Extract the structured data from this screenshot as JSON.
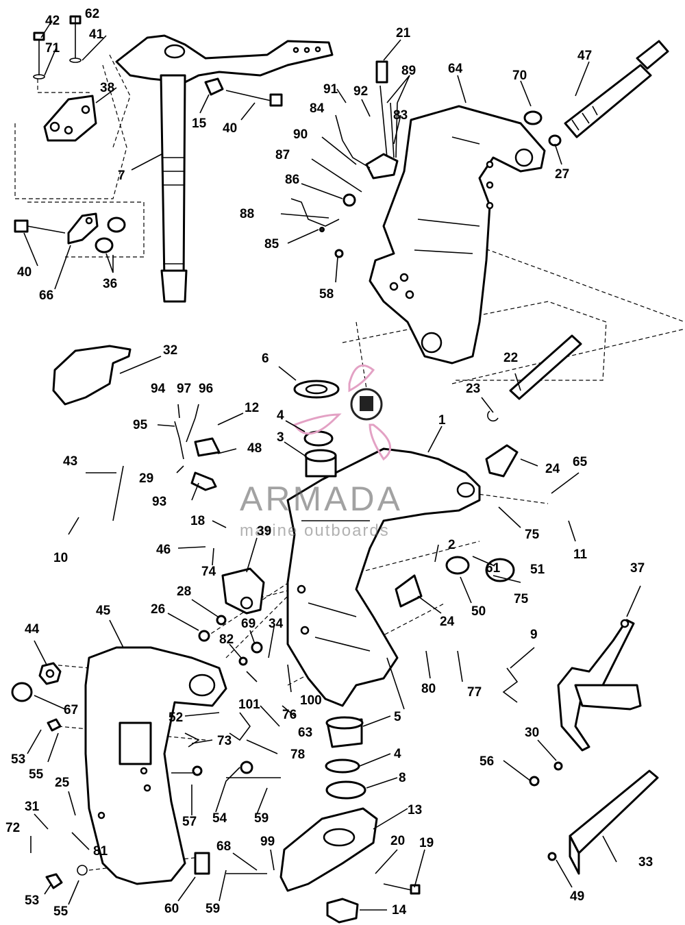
{
  "watermark": {
    "brand": "ARMADA",
    "tagline": "marine outboards",
    "logo_color": "#e3a1c4"
  },
  "callouts": [
    "1",
    "2",
    "3",
    "4",
    "5",
    "6",
    "7",
    "8",
    "9",
    "10",
    "11",
    "12",
    "13",
    "14",
    "15",
    "18",
    "19",
    "20",
    "21",
    "22",
    "23",
    "24",
    "25",
    "26",
    "27",
    "28",
    "29",
    "30",
    "31",
    "32",
    "33",
    "34",
    "36",
    "37",
    "38",
    "39",
    "40",
    "41",
    "42",
    "43",
    "44",
    "45",
    "46",
    "47",
    "48",
    "49",
    "50",
    "51",
    "52",
    "53",
    "54",
    "55",
    "56",
    "57",
    "58",
    "59",
    "60",
    "61",
    "62",
    "63",
    "64",
    "65",
    "66",
    "67",
    "68",
    "69",
    "70",
    "71",
    "72",
    "73",
    "74",
    "75",
    "76",
    "77",
    "78",
    "80",
    "81",
    "82",
    "83",
    "84",
    "85",
    "86",
    "87",
    "88",
    "89",
    "90",
    "91",
    "92",
    "93",
    "94",
    "95",
    "96",
    "97",
    "99",
    "100",
    "101"
  ],
  "labels": {
    "l1": "1",
    "l2": "2",
    "l3": "3",
    "l4a": "4",
    "l4b": "4",
    "l5": "5",
    "l6": "6",
    "l7": "7",
    "l8": "8",
    "l9": "9",
    "l10": "10",
    "l11": "11",
    "l12": "12",
    "l13": "13",
    "l14": "14",
    "l15": "15",
    "l18": "18",
    "l19": "19",
    "l20": "20",
    "l21": "21",
    "l22": "22",
    "l23": "23",
    "l24a": "24",
    "l24b": "24",
    "l25": "25",
    "l26": "26",
    "l27": "27",
    "l28": "28",
    "l29": "29",
    "l30": "30",
    "l31": "31",
    "l32": "32",
    "l33": "33",
    "l34": "34",
    "l36": "36",
    "l37": "37",
    "l38": "38",
    "l39": "39",
    "l40a": "40",
    "l40b": "40",
    "l41": "41",
    "l42": "42",
    "l43": "43",
    "l44": "44",
    "l45": "45",
    "l46": "46",
    "l47": "47",
    "l48": "48",
    "l49": "49",
    "l50": "50",
    "l51": "51",
    "l52": "52",
    "l53a": "53",
    "l53b": "53",
    "l54": "54",
    "l55a": "55",
    "l55b": "55",
    "l56": "56",
    "l57": "57",
    "l58": "58",
    "l59a": "59",
    "l59b": "59",
    "l60": "60",
    "l61": "61",
    "l62": "62",
    "l63": "63",
    "l64": "64",
    "l65": "65",
    "l66": "66",
    "l67": "67",
    "l68": "68",
    "l69": "69",
    "l70": "70",
    "l71": "71",
    "l72": "72",
    "l73": "73",
    "l74": "74",
    "l75a": "75",
    "l75b": "75",
    "l76": "76",
    "l77": "77",
    "l78": "78",
    "l80": "80",
    "l81": "81",
    "l82": "82",
    "l83": "83",
    "l84": "84",
    "l85": "85",
    "l86": "86",
    "l87": "87",
    "l88": "88",
    "l89": "89",
    "l90": "90",
    "l91": "91",
    "l92": "92",
    "l93": "93",
    "l94": "94",
    "l95": "95",
    "l96": "96",
    "l97": "97",
    "l99": "99",
    "l100": "100",
    "l101": "101"
  }
}
